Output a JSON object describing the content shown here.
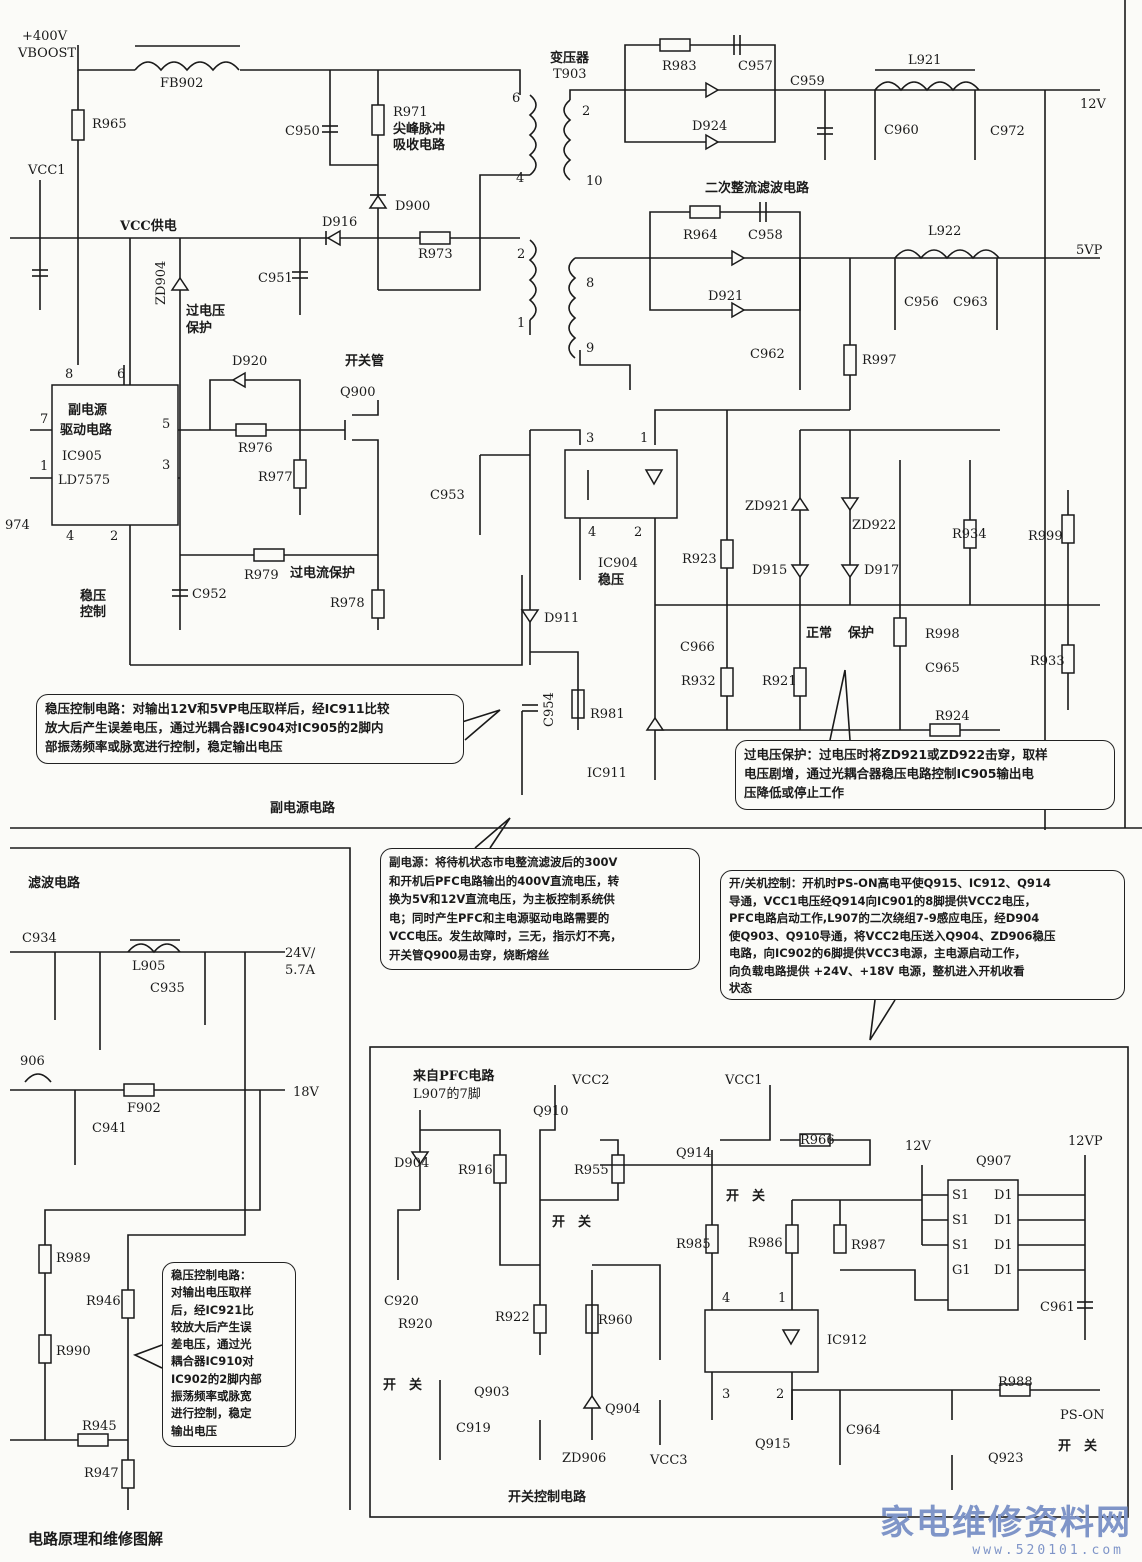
{
  "labels": {
    "p400v": "+400V",
    "vboost": "VBOOST",
    "fb902": "FB902",
    "r965": "R965",
    "vcc1": "VCC1",
    "c950": "C950",
    "r971": "R971",
    "spike1": "尖峰脉冲",
    "spike2": "吸收电路",
    "d900": "D900",
    "xfmr": "变压器",
    "t903": "T903",
    "pin6": "6",
    "pin4": "4",
    "pin2": "2",
    "pin1": "1",
    "vccsupply": "VCC供电",
    "d916": "D916",
    "r973": "R973",
    "c951": "C951",
    "zd904": "ZD904",
    "ovp1": "过电压",
    "ovp2": "保护",
    "d920": "D920",
    "switch": "开关管",
    "q900": "Q900",
    "ic_p8": "8",
    "ic_p6": "6",
    "ic_p7": "7",
    "ic_p5": "5",
    "ic_p1": "1",
    "ic_p3": "3",
    "ic_p4": "4",
    "ic_p2": "2",
    "n974": "974",
    "ic1": "副电源",
    "ic2": "驱动电路",
    "ic3": "IC905",
    "ic4": "LD7575",
    "r976": "R976",
    "r977": "R977",
    "r979": "R979",
    "ocp": "过电流保护",
    "c952": "C952",
    "r978": "R978",
    "reg1": "稳压",
    "reg2": "控制",
    "r983": "R983",
    "c957": "C957",
    "c959": "C959",
    "l921": "L921",
    "v12": "12V",
    "d924": "D924",
    "c960": "C960",
    "c972": "C972",
    "s_pin2": "2",
    "s_pin10": "10",
    "secrect": "二次整流滤波电路",
    "r964": "R964",
    "c958": "C958",
    "l922": "L922",
    "v5vp": "5VP",
    "s_pin8": "8",
    "s_pin9": "9",
    "d921": "D921",
    "c956": "C956",
    "c963": "C963",
    "c962": "C962",
    "r997": "R997",
    "op3": "3",
    "op1": "1",
    "op4": "4",
    "op2": "2",
    "ic904": "IC904",
    "ic904b": "稳压",
    "c953": "C953",
    "zd921": "ZD921",
    "zd922": "ZD922",
    "r934": "R934",
    "r999": "R999",
    "r923": "R923",
    "d915": "D915",
    "d917": "D917",
    "d911": "D911",
    "normal": "正常",
    "protect": "保护",
    "r998": "R998",
    "c966": "C966",
    "c965": "C965",
    "r933": "R933",
    "r932": "R932",
    "r921": "R921",
    "c954": "C954",
    "r981": "R981",
    "r924": "R924",
    "ic911": "IC911",
    "subpsu": "副电源电路",
    "filter": "滤波电路",
    "c934": "C934",
    "l905": "L905",
    "c935": "C935",
    "v24a": "24V/",
    "v24b": "5.7A",
    "n906": "906",
    "f902": "F902",
    "v18": "18V",
    "c941": "C941",
    "r989": "R989",
    "r946": "R946",
    "r990": "R990",
    "r945": "R945",
    "r947": "R947",
    "frompfc1": "来自PFC电路",
    "frompfc2": "L907的7脚",
    "vcc2": "VCC2",
    "vcc1b": "VCC1",
    "q910": "Q910",
    "r966": "R966",
    "q914": "Q914",
    "v12b": "12V",
    "v12vp": "12VP",
    "q907": "Q907",
    "d904": "D904",
    "r916": "R916",
    "r955": "R955",
    "on1": "开",
    "off1": "关",
    "on2": "开",
    "off2": "关",
    "s1a": "S1",
    "s1b": "S1",
    "s1c": "S1",
    "g1": "G1",
    "d1a": "D1",
    "d1b": "D1",
    "d1c": "D1",
    "d1d": "D1",
    "r985": "R985",
    "r986": "R986",
    "r987": "R987",
    "c920": "C920",
    "r922": "R922",
    "r960": "R960",
    "r920": "R920",
    "o2p4": "4",
    "o2p1": "1",
    "ic912": "IC912",
    "c961": "C961",
    "o2p3": "3",
    "o2p2": "2",
    "on3": "开",
    "off3": "关",
    "q903": "Q903",
    "q904": "Q904",
    "r988": "R988",
    "pson": "PS-ON",
    "c919": "C919",
    "c964": "C964",
    "q915": "Q915",
    "q923": "Q923",
    "on4": "开",
    "off4": "关",
    "zd906": "ZD906",
    "vcc3": "VCC3",
    "swctl": "开关控制电路"
  },
  "callouts": {
    "regulation": [
      "稳压控制电路：对输出12V和5VP电压取样后，经IC911比较",
      "放大后产生误差电压，通过光耦合器IC904对IC905的2脚内",
      "部振荡频率或脉宽进行控制，稳定输出电压"
    ],
    "overvoltage": [
      "过电压保护：过电压时将ZD921或ZD922击穿，取样",
      "电压剧增，通过光耦合器稳压电路控制IC905输出电",
      "压降低或停止工作"
    ],
    "subpower": [
      "副电源：将待机状态市电整流滤波后的300V",
      "和开机后PFC电路输出的400V直流电压，转",
      "换为5V和12V直流电压，为主板控制系统供",
      "电；同时产生PFC和主电源驱动电路需要的",
      "VCC电压。发生故障时，三无，指示灯不亮，",
      "开关管Q900易击穿，烧断熔丝"
    ],
    "onoff": [
      "开/关机控制：开机时PS-ON高电平使Q915、IC912、Q914",
      "导通，VCC1电压经Q914向IC901的8脚提供VCC2电压，",
      "PFC电路启动工作,L907的二次绕组7-9感应电压，经D904",
      "使Q903、Q910导通，将VCC2电压送入Q904、ZD906稳压",
      "电路，向IC902的6脚提供VCC3电源，主电源启动工作，",
      "向负载电路提供 +24V、+18V 电源，整机进入开机收看",
      "状态"
    ],
    "regulation2": [
      "稳压控制电路：",
      "对输出电压取样",
      "后，经IC921比",
      "较放大后产生误",
      "差电压，通过光",
      "耦合器IC910对",
      "IC902的2脚内部",
      "振荡频率或脉宽",
      "进行控制，稳定",
      "输出电压"
    ]
  },
  "footer": "电路原理和维修图解",
  "watermark": {
    "logo": "家电维修资料网",
    "url": "www.520101.com"
  }
}
